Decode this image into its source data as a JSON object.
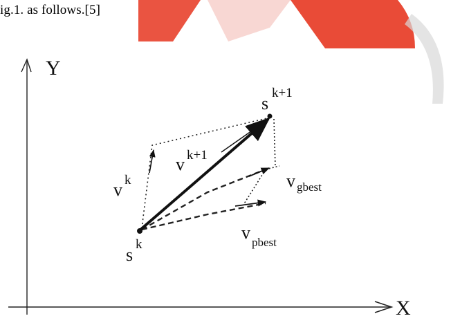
{
  "caption": "ig.1. as follows.[5]",
  "watermark_color": "#e8412c",
  "axes": {
    "y_label": "Y",
    "x_label": "X"
  },
  "labels": {
    "s_k": {
      "base": "s",
      "sup": "k"
    },
    "s_k1": {
      "base": "s",
      "sup": "k+1"
    },
    "v_k": {
      "base": "v",
      "sup": "k"
    },
    "v_k1": {
      "base": "v",
      "sup": "k+1"
    },
    "v_gbest": {
      "base": "v",
      "sub": "gbest"
    },
    "v_pbest": {
      "base": "v",
      "sub": "pbest"
    }
  }
}
